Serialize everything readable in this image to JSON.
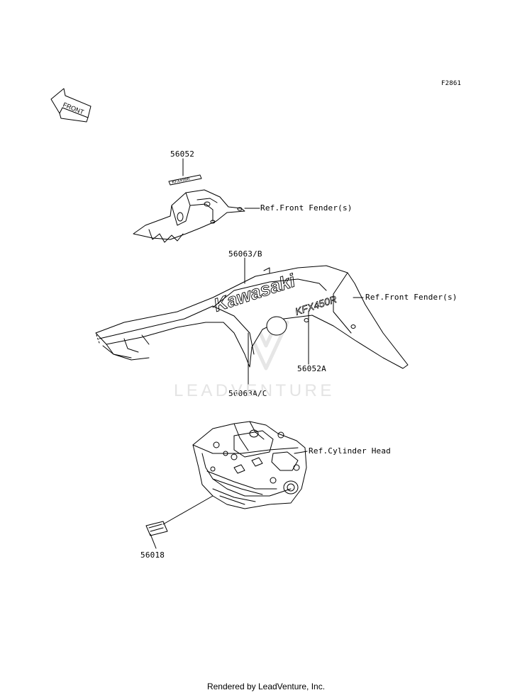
{
  "figure_code": "F2861",
  "front_arrow_text": "FRONT",
  "watermark": "LEADVENTURE",
  "footer": "Rendered by LeadVenture, Inc.",
  "decal_text": {
    "brand": "Kawasaki",
    "model": "KFX450R"
  },
  "callouts": {
    "part_56052": "56052",
    "ref_front_fender_1": "Ref.Front Fender(s)",
    "part_56063_b": "56063/B",
    "ref_front_fender_2": "Ref.Front Fender(s)",
    "part_56052a": "56052A",
    "part_56063_ac": "56063A/C",
    "ref_cylinder_head": "Ref.Cylinder Head",
    "part_56018": "56018"
  },
  "colors": {
    "line": "#000000",
    "watermark": "#e4e4e4"
  }
}
